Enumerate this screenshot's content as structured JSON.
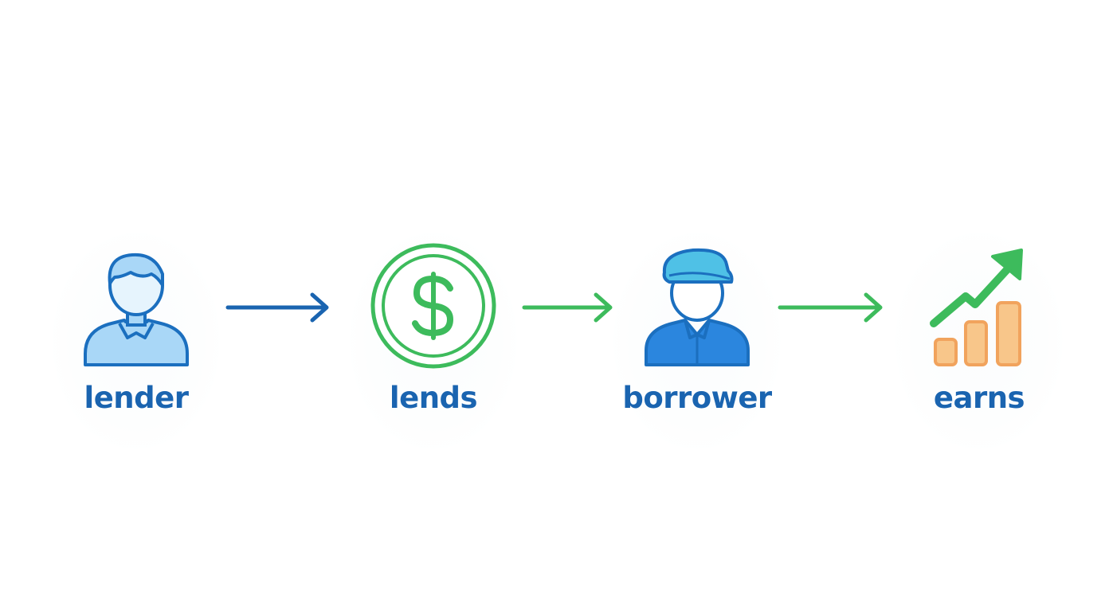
{
  "colors": {
    "label": "#1a64b0",
    "lender_icon_fill": "#a9d7f7",
    "lender_icon_stroke": "#1b6fbf",
    "coin_green": "#3dbb5c",
    "borrower_body": "#2b86de",
    "borrower_cap": "#4fc1e6",
    "chart_bar_fill": "#f8c68a",
    "chart_bar_stroke": "#f1a35d",
    "arrow_blue": "#1a64b0",
    "arrow_green": "#3dbb5c"
  },
  "steps": [
    {
      "label": "lender",
      "icon": "person-icon"
    },
    {
      "label": "lends",
      "icon": "dollar-coin-icon"
    },
    {
      "label": "borrower",
      "icon": "capped-person-icon"
    },
    {
      "label": "earns",
      "icon": "growth-chart-icon"
    }
  ],
  "connectors": [
    {
      "icon": "arrow-right-icon",
      "color": "#1a64b0"
    },
    {
      "icon": "arrow-right-icon",
      "color": "#3dbb5c"
    },
    {
      "icon": "arrow-right-icon",
      "color": "#3dbb5c"
    }
  ]
}
